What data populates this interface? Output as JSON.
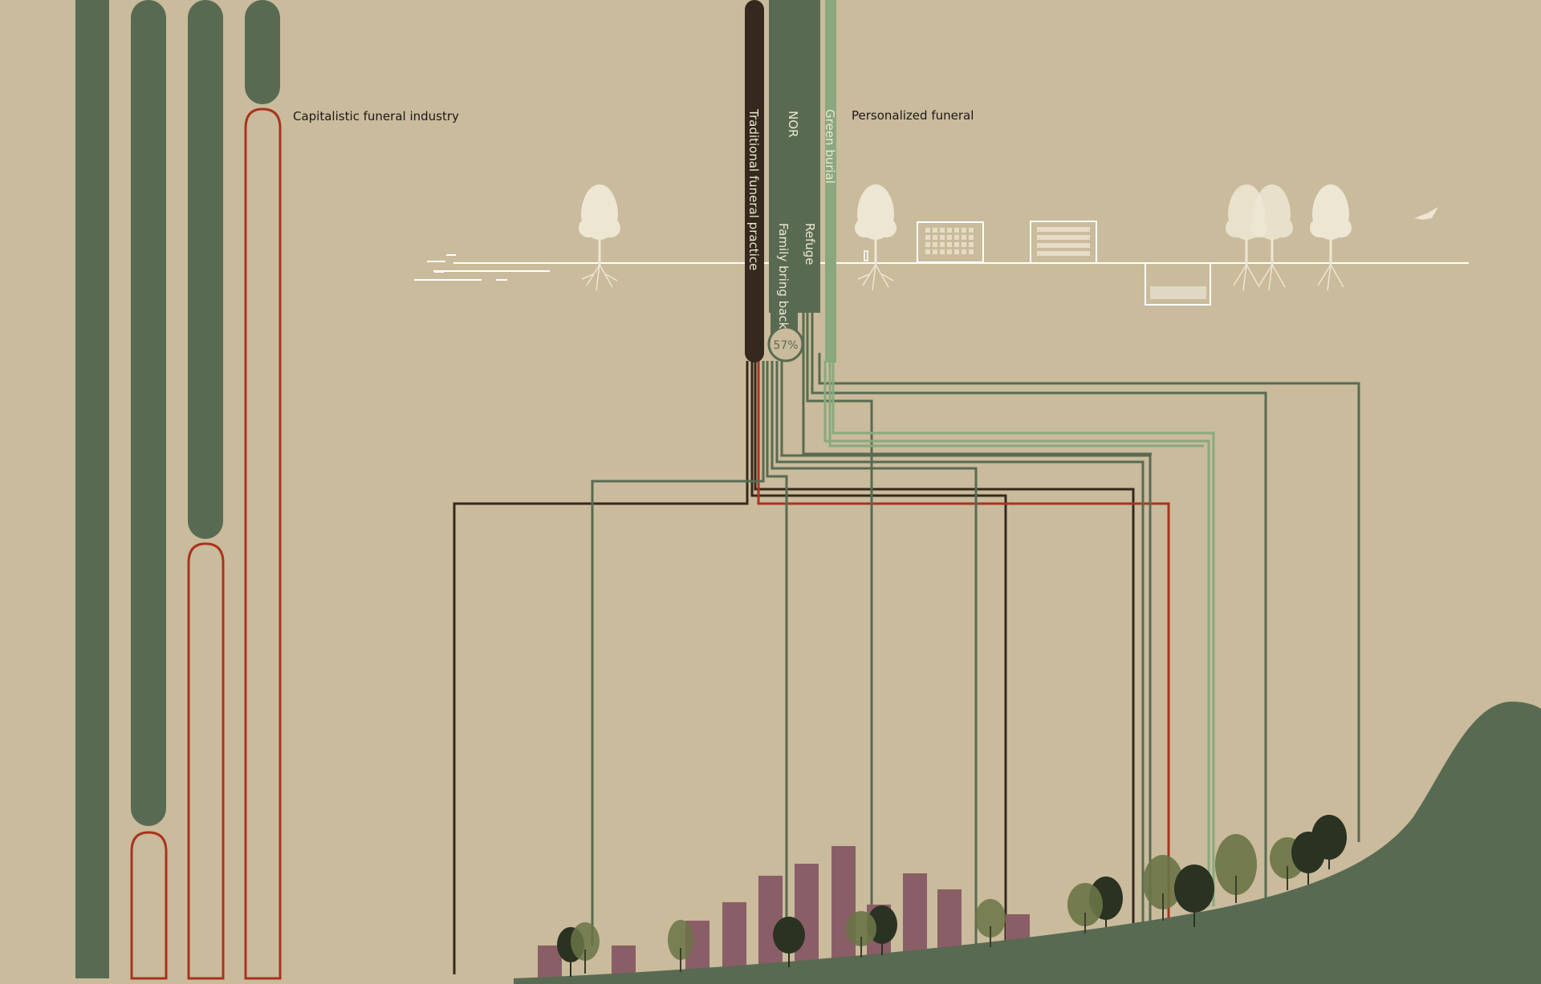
{
  "labels": {
    "capitalistic": "Capitalistic funeral industry",
    "personalized": "Personalized funeral",
    "traditional": "Traditional funeral practice",
    "nor": "NOR",
    "green_burial": "Green burial",
    "family_bring_back": "Family bring back",
    "refuge": "Refuge",
    "percent": "57%"
  },
  "colors": {
    "background": "#c9bb9c",
    "dark_green": "#586b52",
    "light_green": "#8aa87e",
    "dark_brown": "#35291d",
    "red": "#a8341e",
    "mauve": "#8a5e66",
    "cream": "#ede6d2",
    "white_line": "#ffffff"
  },
  "icons": [
    "tree-icon",
    "building-icon",
    "bird-icon",
    "shrub-icon"
  ]
}
